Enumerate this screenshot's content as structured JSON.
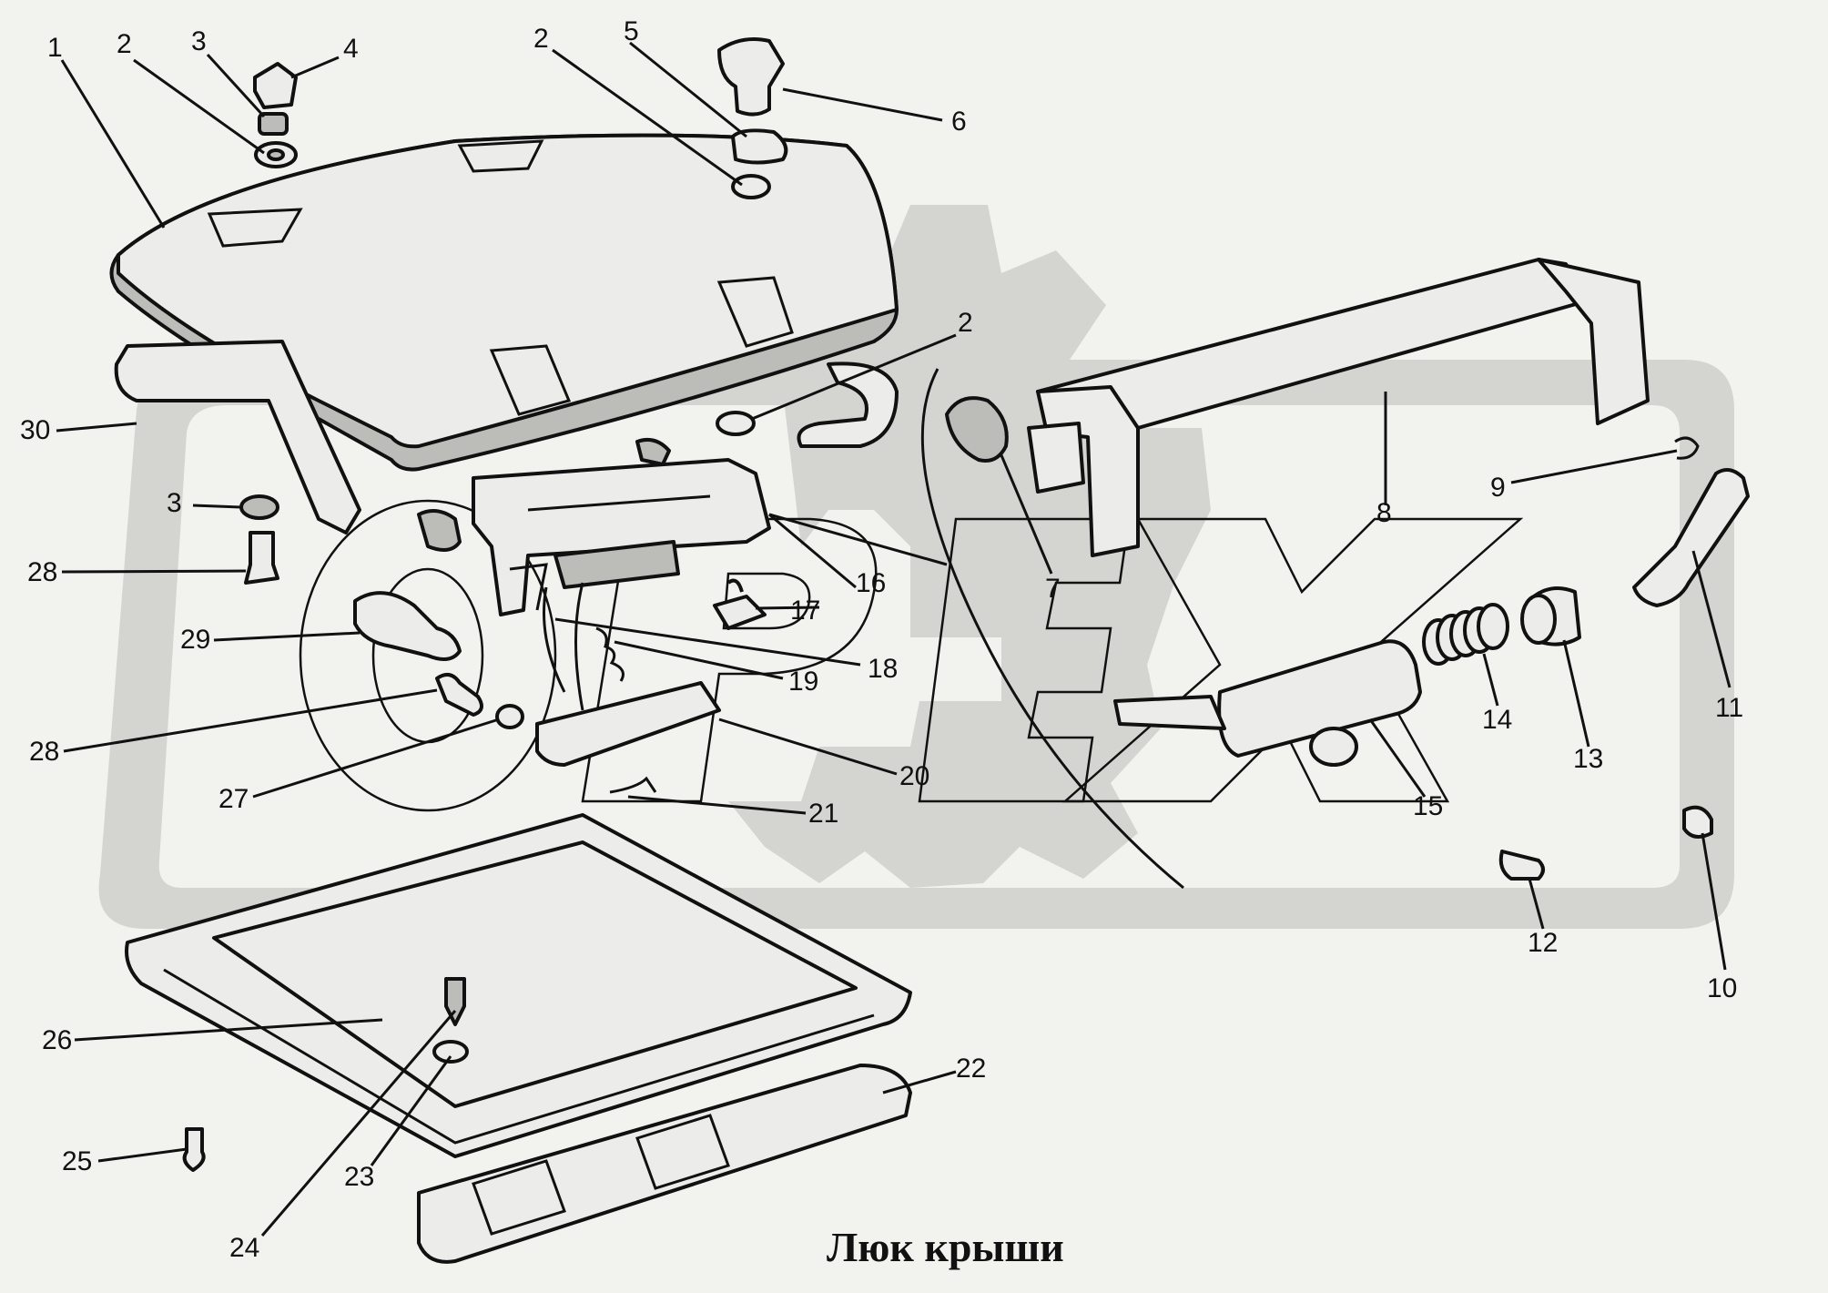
{
  "caption": "Люк крыши",
  "watermark": "OPEX",
  "colors": {
    "background": "#f2f2ef",
    "ink": "#111111",
    "watermark": "#d4d4d0"
  },
  "callouts": [
    {
      "id": "c1",
      "text": "1"
    },
    {
      "id": "c2a",
      "text": "2"
    },
    {
      "id": "c3a",
      "text": "3"
    },
    {
      "id": "c4",
      "text": "4"
    },
    {
      "id": "c2b",
      "text": "2"
    },
    {
      "id": "c5",
      "text": "5"
    },
    {
      "id": "c6",
      "text": "6"
    },
    {
      "id": "c2c",
      "text": "2"
    },
    {
      "id": "c30",
      "text": "30"
    },
    {
      "id": "c3b",
      "text": "3"
    },
    {
      "id": "c28a",
      "text": "28"
    },
    {
      "id": "c29",
      "text": "29"
    },
    {
      "id": "c28b",
      "text": "28"
    },
    {
      "id": "c27",
      "text": "27"
    },
    {
      "id": "c16",
      "text": "16"
    },
    {
      "id": "c17",
      "text": "17"
    },
    {
      "id": "c18",
      "text": "18"
    },
    {
      "id": "c19",
      "text": "19"
    },
    {
      "id": "c20",
      "text": "20"
    },
    {
      "id": "c21",
      "text": "21"
    },
    {
      "id": "c7",
      "text": "7"
    },
    {
      "id": "c8",
      "text": "8"
    },
    {
      "id": "c9",
      "text": "9"
    },
    {
      "id": "c11",
      "text": "11"
    },
    {
      "id": "c14",
      "text": "14"
    },
    {
      "id": "c13",
      "text": "13"
    },
    {
      "id": "c15",
      "text": "15"
    },
    {
      "id": "c12",
      "text": "12"
    },
    {
      "id": "c10",
      "text": "10"
    },
    {
      "id": "c22",
      "text": "22"
    },
    {
      "id": "c26",
      "text": "26"
    },
    {
      "id": "c25",
      "text": "25"
    },
    {
      "id": "c23",
      "text": "23"
    },
    {
      "id": "c24",
      "text": "24"
    }
  ]
}
